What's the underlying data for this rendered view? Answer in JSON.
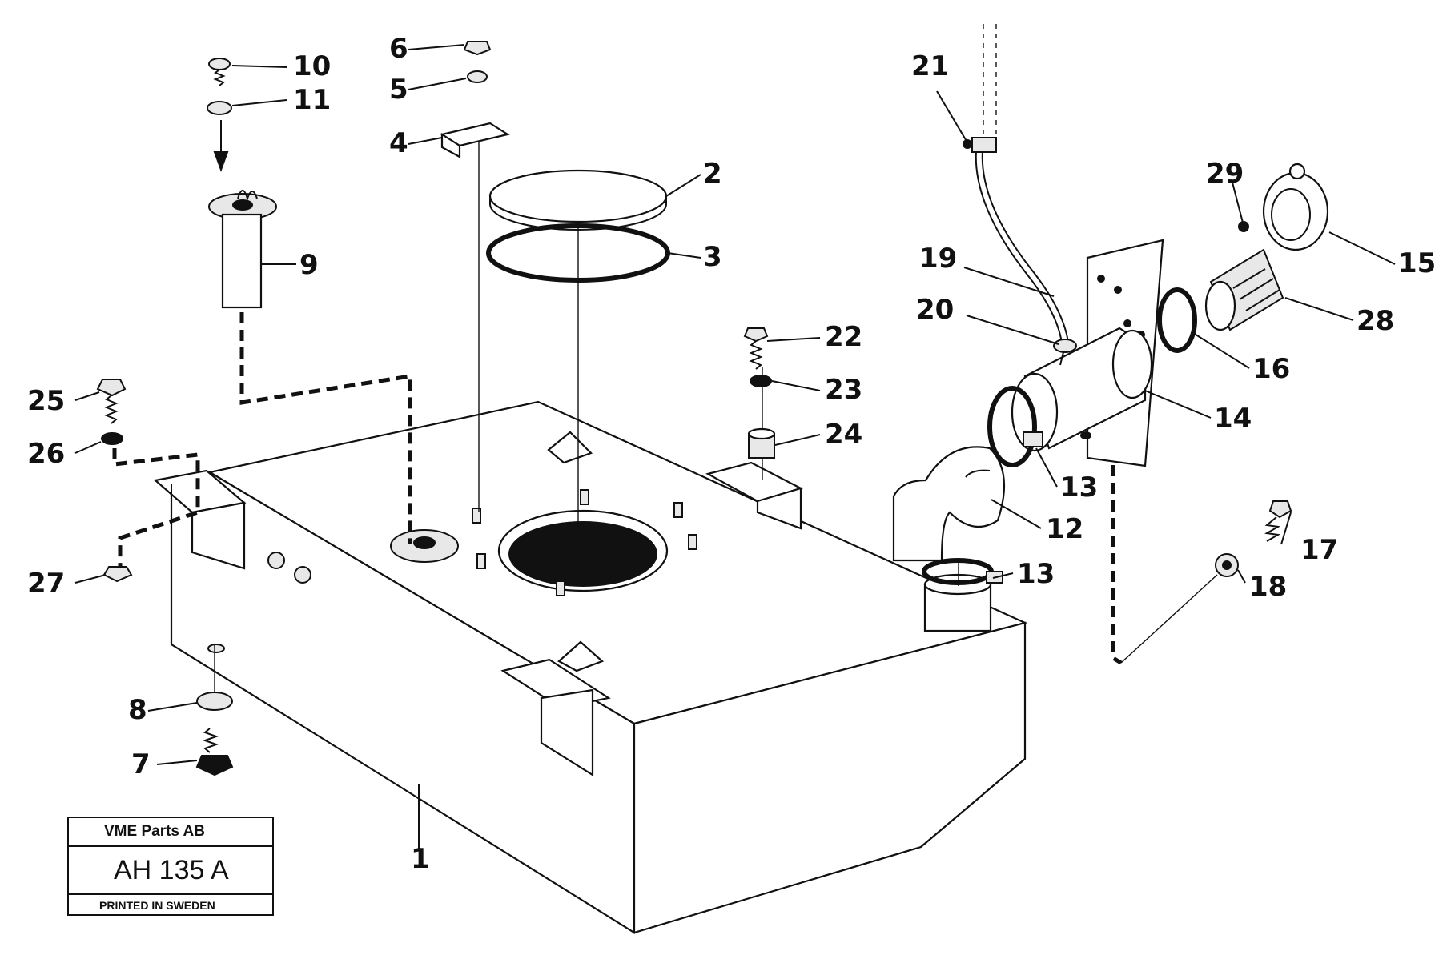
{
  "labels": {
    "p1": "1",
    "p2": "2",
    "p3": "3",
    "p4": "4",
    "p5": "5",
    "p6": "6",
    "p7": "7",
    "p8": "8",
    "p9": "9",
    "p10": "10",
    "p11": "11",
    "p12": "12",
    "p13a": "13",
    "p13b": "13",
    "p14": "14",
    "p15": "15",
    "p16": "16",
    "p17": "17",
    "p18": "18",
    "p19": "19",
    "p20": "20",
    "p21": "21",
    "p22": "22",
    "p23": "23",
    "p24": "24",
    "p25": "25",
    "p26": "26",
    "p27": "27",
    "p28": "28",
    "p29": "29"
  },
  "stamp": {
    "company": "VME Parts AB",
    "code": "AH 135 A",
    "printed": "PRINTED IN SWEDEN"
  }
}
